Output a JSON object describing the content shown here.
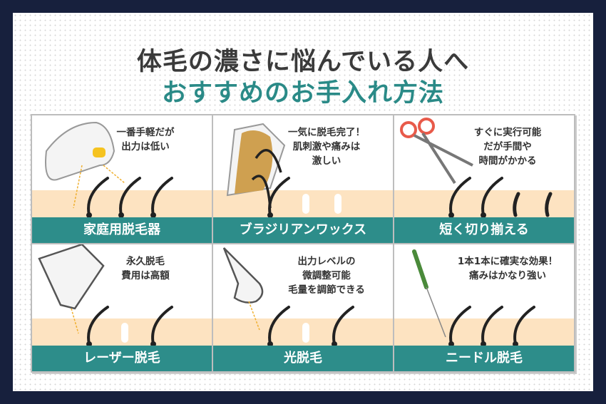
{
  "title": {
    "line1": "体毛の濃さに悩んでいる人へ",
    "line2": "おすすめのお手入れ方法"
  },
  "colors": {
    "frame": "#17203d",
    "teal": "#2d8d8a",
    "skin": "#fde3c1"
  },
  "methods": [
    {
      "name": "家庭用脱毛器",
      "desc": [
        "一番手軽だが",
        "出力は低い"
      ],
      "icon": "home-epilator-icon"
    },
    {
      "name": "ブラジリアンワックス",
      "desc": [
        "一気に脱毛完了！",
        "肌刺激や痛みは",
        "激しい"
      ],
      "icon": "wax-strip-icon"
    },
    {
      "name": "短く切り揃える",
      "desc": [
        "すぐに実行可能",
        "だが手間や",
        "時間がかかる"
      ],
      "icon": "scissors-icon"
    },
    {
      "name": "レーザー脱毛",
      "desc": [
        "永久脱毛",
        "費用は高額"
      ],
      "icon": "laser-device-icon"
    },
    {
      "name": "光脱毛",
      "desc": [
        "出力レベルの",
        "微調整可能",
        "毛量を調節できる"
      ],
      "icon": "light-device-icon"
    },
    {
      "name": "ニードル脱毛",
      "desc": [
        "1本1本に確実な効果！",
        "痛みはかなり強い"
      ],
      "icon": "needle-icon"
    }
  ]
}
